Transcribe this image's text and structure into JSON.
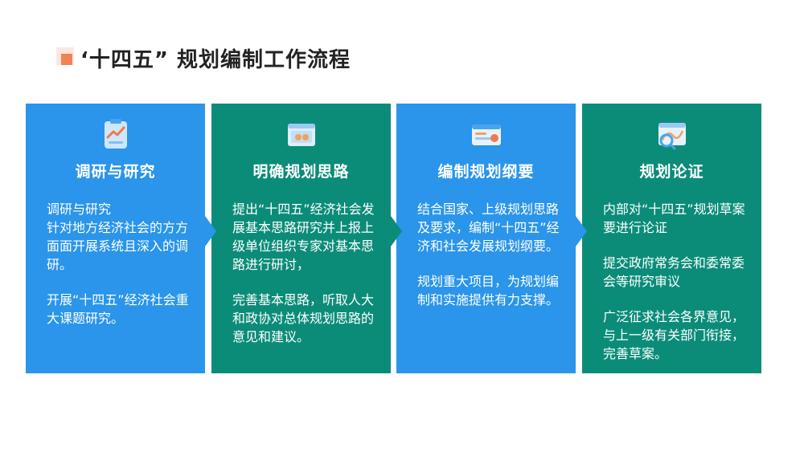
{
  "page": {
    "title": "‘十四五” 规划编制工作流程"
  },
  "steps": [
    {
      "icon": "chart-report-icon",
      "heading": "调研与研究",
      "paragraphs": [
        "调研与研究\n针对地方经济社会的方方面面开展系统且深入的调研。",
        "开展“十四五”经济社会重大课题研究。"
      ]
    },
    {
      "icon": "image-frame-icon",
      "heading": "明确规划思路",
      "paragraphs": [
        "提出“十四五”经济社会发展基本思路研究并上报上级单位组织专家对基本思路进行研讨，",
        "完善基本思路，听取人大和政协对总体规划思路的意见和建议。"
      ]
    },
    {
      "icon": "browser-window-icon",
      "heading": "编制规划纲要",
      "paragraphs": [
        "结合国家、上级规划思路及要求，编制“十四五”经济和社会发展规划纲要。",
        "规划重大项目，为规划编制和实施提供有力支撑。"
      ]
    },
    {
      "icon": "analytics-window-icon",
      "heading": "规划论证",
      "paragraphs": [
        "内部对“十四五”规划草案要进行论证",
        "提交政府常务会和委常委会等研究审议",
        "广泛征求社会各界意见，与上一级有关部门衔接，完善草案。"
      ]
    }
  ],
  "colors": {
    "blue": "#2a95ea",
    "green": "#0b8c79",
    "accent": "#ef8455"
  }
}
